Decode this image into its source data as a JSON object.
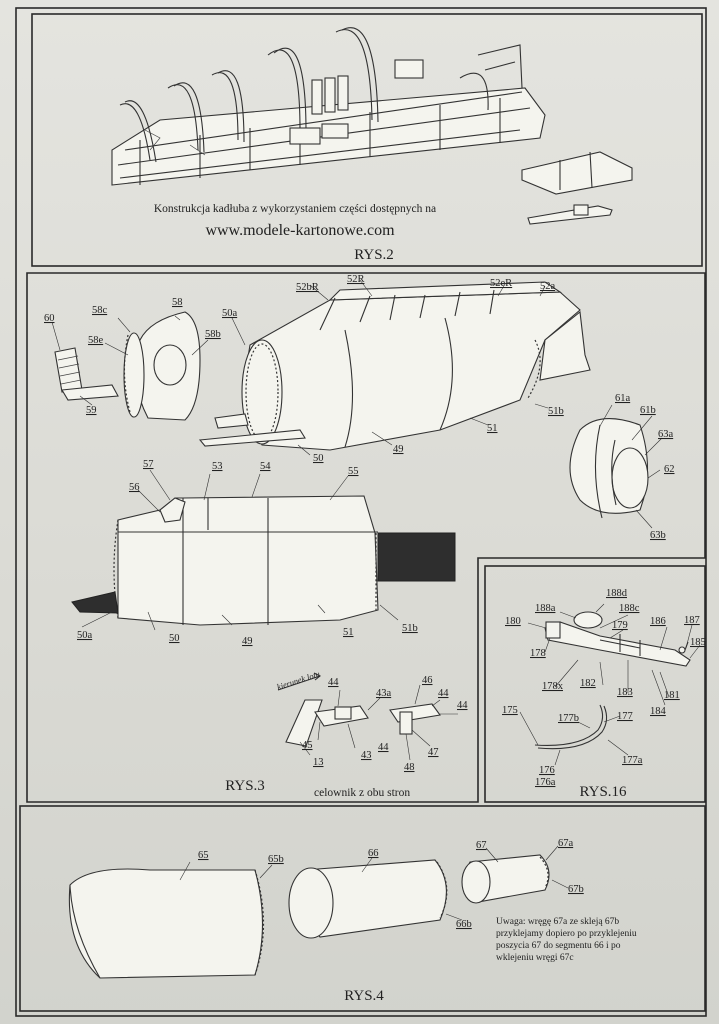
{
  "rys2": {
    "caption": "Konstrukcja kadłuba z wykorzystaniem części dostępnych na",
    "url": "www.modele-kartonowe.com",
    "title": "RYS.2"
  },
  "rys3": {
    "title": "RYS.3",
    "labels": {
      "l60": "60",
      "l58c": "58c",
      "l58": "58",
      "l58e": "58e",
      "l58b": "58b",
      "l59": "59",
      "l50a_top": "50a",
      "l52bR": "52bR",
      "l52R": "52R",
      "l52eR": "52eR",
      "l52a": "52a",
      "l51b_top": "51b",
      "l51_top": "51",
      "l49_top": "49",
      "l50_top": "50",
      "l61a": "61a",
      "l61b": "61b",
      "l63a": "63a",
      "l62": "62",
      "l63b": "63b",
      "l57": "57",
      "l53": "53",
      "l54": "54",
      "l55": "55",
      "l56": "56",
      "l50a_bot": "50a",
      "l50_bot": "50",
      "l49_bot": "49",
      "l51_bot": "51",
      "l51b_bot": "51b",
      "l44a": "44",
      "l43a": "43a",
      "l46": "46",
      "l44b": "44",
      "l44c": "44",
      "l45": "45",
      "l44d": "44",
      "l43": "43",
      "l47": "47",
      "l13": "13",
      "l48": "48"
    },
    "direction_label": "kierunek lotu",
    "sight_caption": "celownik z obu stron"
  },
  "rys16": {
    "title": "RYS.16",
    "labels": {
      "l188d": "188d",
      "l188a": "188a",
      "l188c": "188c",
      "l180": "180",
      "l179": "179",
      "l186": "186",
      "l187": "187",
      "l185": "185",
      "l178": "178",
      "l178x": "178x",
      "l182": "182",
      "l183": "183",
      "l181": "181",
      "l184": "184",
      "l175": "175",
      "l177b": "177b",
      "l177": "177",
      "l176": "176",
      "l176a": "176a",
      "l177a": "177a"
    }
  },
  "rys4": {
    "title": "RYS.4",
    "labels": {
      "l65": "65",
      "l65b": "65b",
      "l66": "66",
      "l66b": "66b",
      "l67": "67",
      "l67a": "67a",
      "l67b": "67b"
    },
    "note": [
      "Uwaga: wręgę 67a ze skleją 67b",
      "przyklejamy dopiero po przyklejeniu",
      "poszycia 67 do segmentu 66 i po",
      "wklejeniu wręgi 67c"
    ]
  }
}
